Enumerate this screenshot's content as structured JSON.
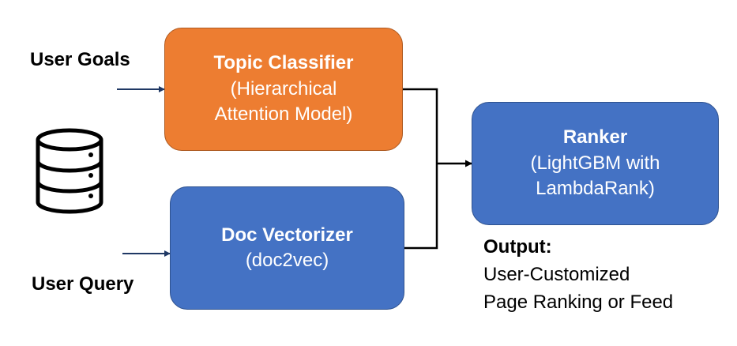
{
  "inputs": {
    "user_goals": "User Goals",
    "user_query": "User Query"
  },
  "topic_classifier": {
    "title": "Topic Classifier",
    "line1": "(Hierarchical",
    "line2": "Attention Model)",
    "fill": "#ED7D31"
  },
  "doc_vectorizer": {
    "title": "Doc Vectorizer",
    "line1": "(doc2vec)",
    "fill": "#4472C4"
  },
  "ranker": {
    "title": "Ranker",
    "line1": "(LightGBM with",
    "line2": "LambdaRank)",
    "fill": "#4472C4"
  },
  "output": {
    "heading": "Output:",
    "line1": "User-Customized",
    "line2": "Page Ranking or Feed"
  },
  "icons": {
    "database": "database-icon"
  },
  "colors": {
    "arrow_input": "#1F3864",
    "connector": "#000000"
  }
}
